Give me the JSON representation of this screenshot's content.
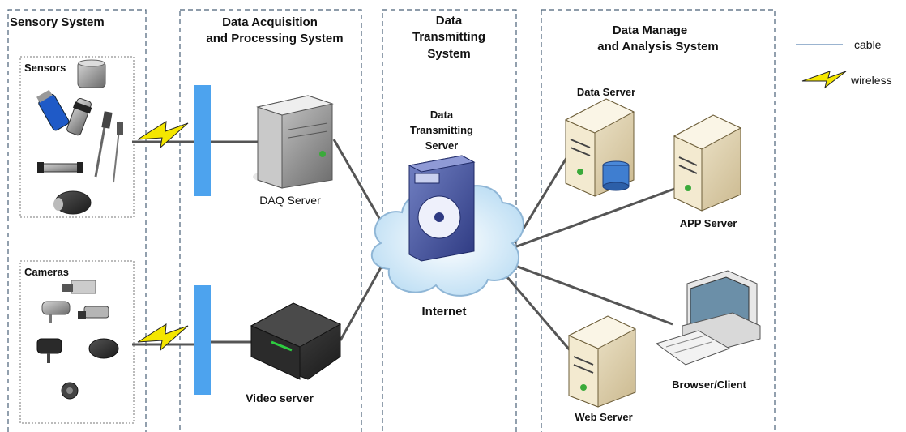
{
  "sections": {
    "sensory": {
      "title": "Sensory System"
    },
    "daq": {
      "title_line1": "Data Acquisition",
      "title_line2": "and Processing System"
    },
    "transmit": {
      "title_line1": "Data",
      "title_line2": "Transmitting",
      "title_line3": "System"
    },
    "manage": {
      "title_line1": "Data Manage",
      "title_line2": "and Analysis System"
    }
  },
  "groups": {
    "sensors": "Sensors",
    "cameras": "Cameras"
  },
  "nodes": {
    "daq_server": "DAQ Server",
    "video_server": "Video server",
    "dts_line1": "Data",
    "dts_line2": "Transmitting",
    "dts_line3": "Server",
    "internet": "Internet",
    "data_server": "Data Server",
    "app_server": "APP Server",
    "browser_client": "Browser/Client",
    "web_server": "Web Server"
  },
  "legend": {
    "cable": "cable",
    "wireless": "wireless"
  },
  "colors": {
    "border": "#4a6278",
    "bar": "#4da3ee",
    "cable": "#555555",
    "legend_cable": "#7a9cc0",
    "bolt": "#f4e600",
    "cloud": "#cfe8f8",
    "server_beige": "#ece1c3",
    "daq_gray": "#9a9a9a",
    "dts_blue": "#3d4d9a"
  }
}
